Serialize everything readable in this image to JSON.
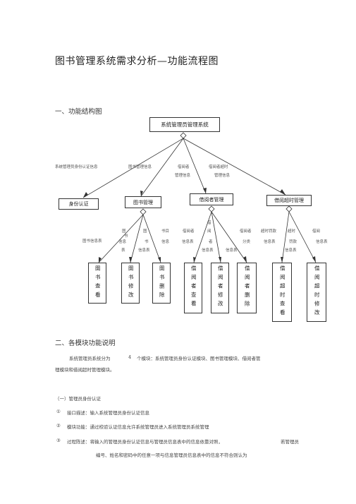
{
  "doc_title": "图书管理系统需求分析—功能流程图",
  "section1": "一、功能结构图",
  "root_box": "系统管理员管理系统",
  "level1_labels": [
    "系统管理员身份认证信息",
    "图书管理信息",
    "借阅者",
    "管理信息",
    "借阅者超时",
    "管理信息"
  ],
  "modules": [
    "身份认证",
    "图书管理",
    "借阅者管理",
    "借阅超时管理"
  ],
  "sub_labels_left": [
    "图书信息表"
  ],
  "sub_labels": {
    "g1": [
      "图",
      "书",
      "信息",
      "表"
    ],
    "g2": [
      "图",
      "书",
      "信息表"
    ],
    "g3": [
      "书目",
      "信息"
    ],
    "g4": [
      "借阅者",
      "信息表"
    ],
    "g5": [
      "阅",
      "者",
      "信息表"
    ],
    "g6": [
      "借阅者",
      "分类",
      "信息表"
    ],
    "g7": [
      "超时罚款",
      "信息表"
    ],
    "g8": [
      "超时",
      "罚款",
      "信息表"
    ],
    "g9": [
      "借阅",
      "信息表"
    ],
    "g10": [
      "借"
    ]
  },
  "leaves": [
    "图书查看",
    "图书修改",
    "图书删除",
    "借阅者查看",
    "借阅者修改",
    "借阅者删除",
    "借阅超时查看",
    "借阅超时修改"
  ],
  "section2": "二、各模块功能说明",
  "para1_a": "系统管理员系统分为",
  "para1_num": "4",
  "para1_b": "个模块：系统管理员身份认证模块、图书管理模块、借阅者管",
  "para1_c": "理模块和借阅超时管理模块。",
  "subsection1": "（一）管理员身份认证",
  "items": [
    {
      "num": "①",
      "text": "接口描述：输入系统管理员身份认证信息"
    },
    {
      "num": "②",
      "text": "模块功能：通过校验认证信息允许系统管理员进入系统管理员系统管理"
    },
    {
      "num": "③",
      "text": "过程陈述：将输入的管理员身份认证信息与管理员信息表中的信息依靠对照，"
    }
  ],
  "item3_tail": "若管理员",
  "item3_cont": "编号、姓名和密码中的任意一项与信息管理员信息表中的信息不符合则认为"
}
